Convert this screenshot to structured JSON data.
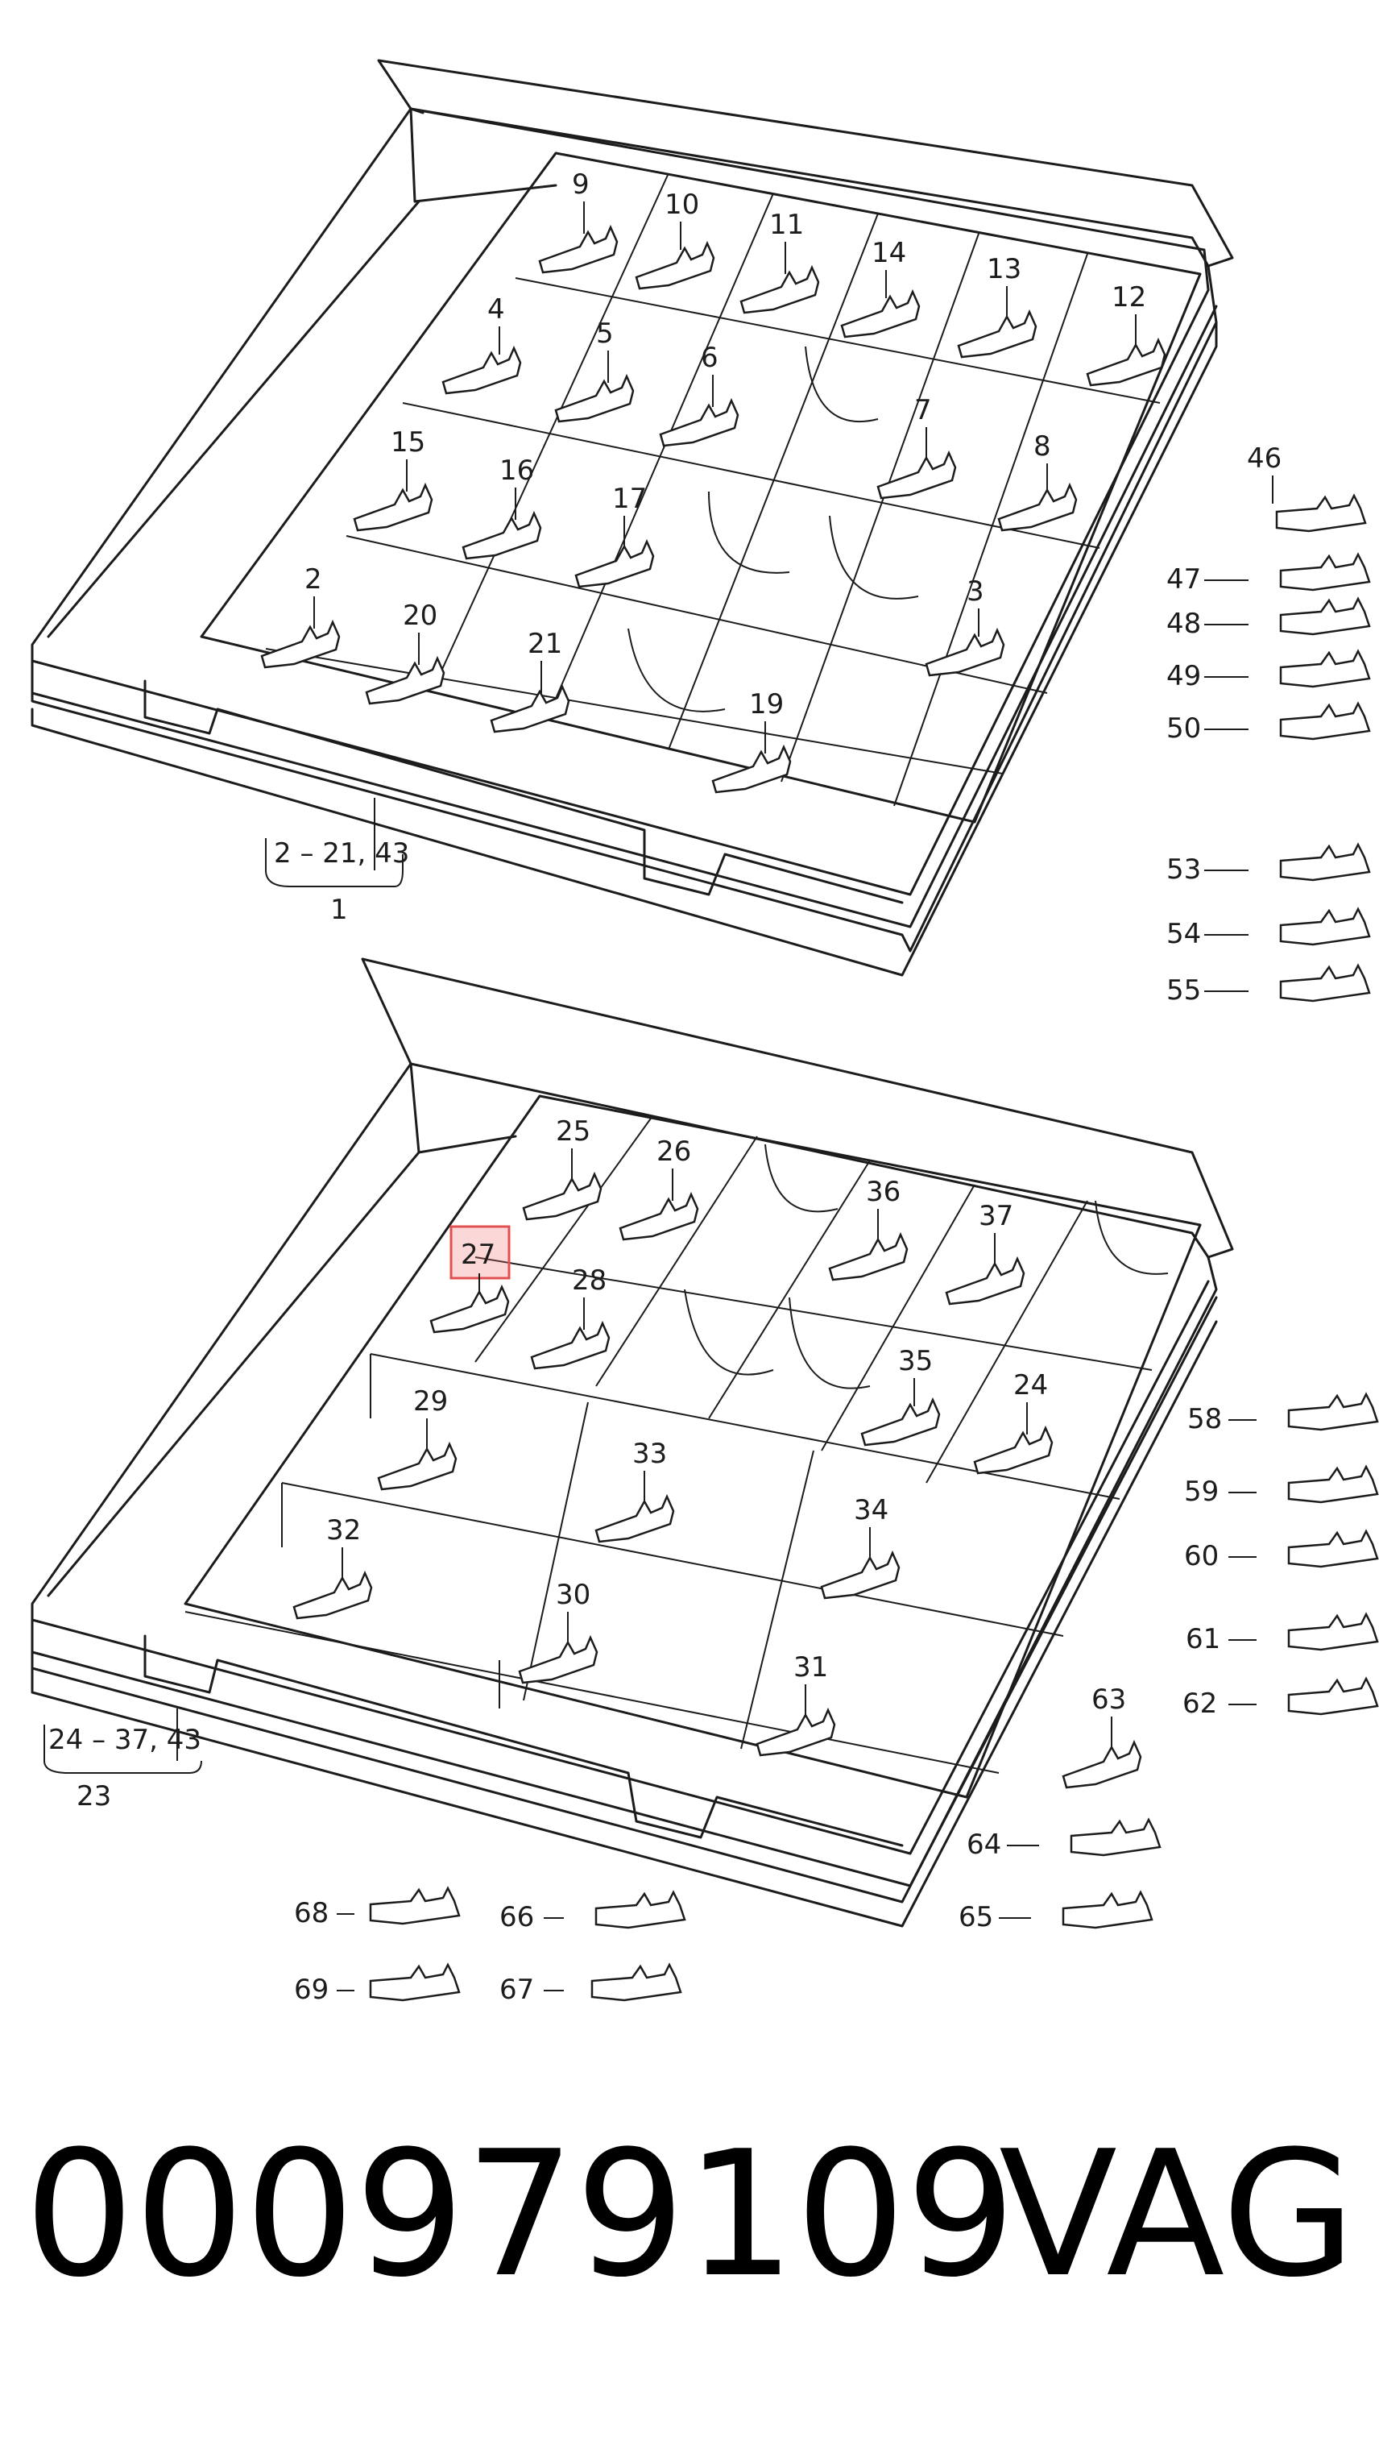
{
  "diagram": {
    "callouts": {
      "c9": "9",
      "c10": "10",
      "c11": "11",
      "c14": "14",
      "c13": "13",
      "c12": "12",
      "c4": "4",
      "c5": "5",
      "c6": "6",
      "c7": "7",
      "c8": "8",
      "c15": "15",
      "c16": "16",
      "c17": "17",
      "c3": "3",
      "c2": "2",
      "c20": "20",
      "c21": "21",
      "c19": "19",
      "c46": "46",
      "c47": "47",
      "c48": "48",
      "c49": "49",
      "c50": "50",
      "c53": "53",
      "c54": "54",
      "c55": "55",
      "c25": "25",
      "c26": "26",
      "c36": "36",
      "c37": "37",
      "c27": "27",
      "c28": "28",
      "c35": "35",
      "c24": "24",
      "c29": "29",
      "c33": "33",
      "c32": "32",
      "c34": "34",
      "c30": "30",
      "c31": "31",
      "c58": "58",
      "c59": "59",
      "c60": "60",
      "c61": "61",
      "c62": "62",
      "c63": "63",
      "c64": "64",
      "c65": "65",
      "c66": "66",
      "c67": "67",
      "c68": "68",
      "c69": "69"
    },
    "group_top": {
      "range": "2 – 21, 43",
      "label": "1"
    },
    "group_bottom": {
      "range": "24 – 37, 43",
      "label": "23"
    },
    "highlighted_callout": "27"
  },
  "footer": {
    "part_number": "000979109",
    "brand": "VAG"
  }
}
